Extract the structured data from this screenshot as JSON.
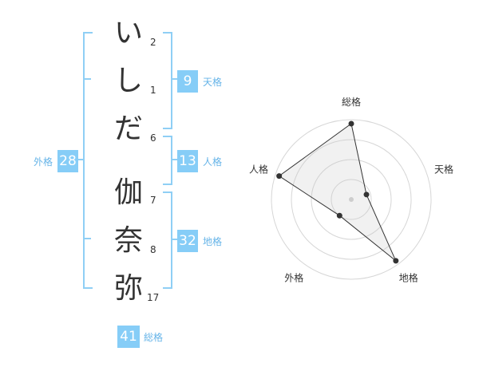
{
  "name_chars": [
    {
      "char": "い",
      "strokes": "2"
    },
    {
      "char": "し",
      "strokes": "1"
    },
    {
      "char": "だ",
      "strokes": "6"
    },
    {
      "char": "伽",
      "strokes": "7"
    },
    {
      "char": "奈",
      "strokes": "8"
    },
    {
      "char": "弥",
      "strokes": "17"
    }
  ],
  "kakusu": {
    "tenkaku": {
      "label": "天格",
      "value": "9"
    },
    "jinkaku": {
      "label": "人格",
      "value": "13"
    },
    "chikaku": {
      "label": "地格",
      "value": "32"
    },
    "gaikaku": {
      "label": "外格",
      "value": "28"
    },
    "soukaku": {
      "label": "総格",
      "value": "41"
    }
  },
  "colors": {
    "accent": "#86cdf7",
    "bracket": "#8fcff5",
    "label": "#66b4e8",
    "text": "#333333"
  },
  "chart_data": {
    "type": "radar",
    "axes": [
      "総格",
      "天格",
      "地格",
      "外格",
      "人格"
    ],
    "values": [
      0.95,
      0.2,
      0.95,
      0.25,
      0.95
    ],
    "range": [
      0,
      1
    ],
    "rings": 4,
    "grid": true
  }
}
